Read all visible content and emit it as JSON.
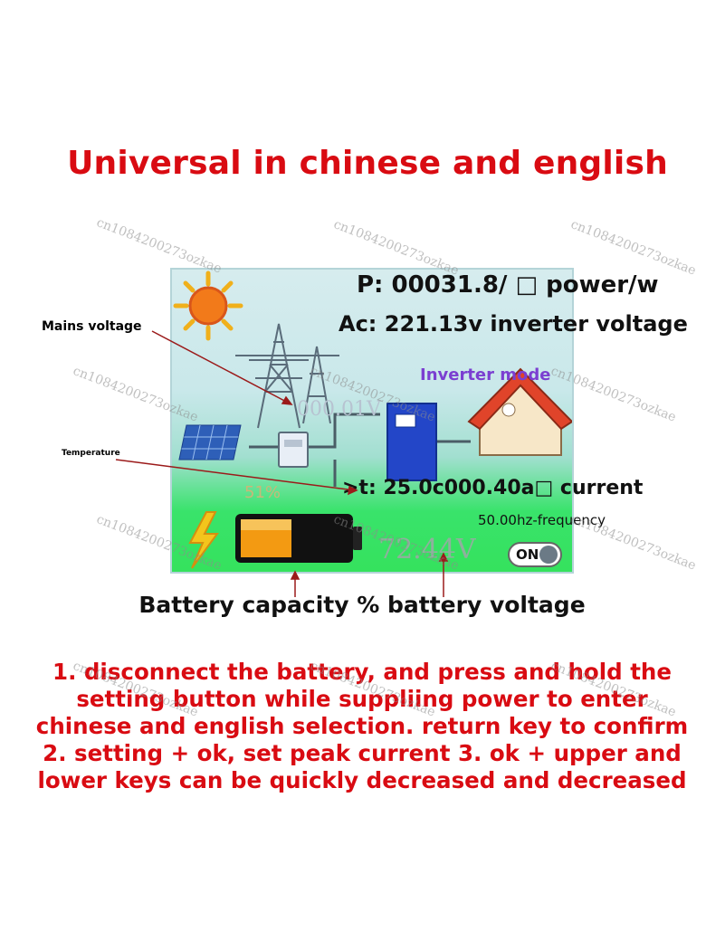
{
  "title": "Universal in chinese and english",
  "overlay": {
    "power_line": "P: 00031.8/ □ power/w",
    "ac_line": "Ac: 221.13v inverter voltage",
    "mode": "Inverter mode",
    "temp_current_line": ">t: 25.0c000.40a□ current",
    "frequency": "50.00hz-frequency"
  },
  "screen": {
    "mains_reading": "000.01V",
    "battery_percent": "51%",
    "battery_voltage_reading": "72.44V",
    "on_button": "ON"
  },
  "labels": {
    "mains_voltage": "Mains voltage",
    "temperature": "Temperature",
    "battery_caption": "Battery capacity % battery voltage"
  },
  "instructions": [
    "1. disconnect the battery, and press and hold the",
    "setting button while suppliing power to enter",
    "chinese and english selection. return key to confirm",
    "2. setting + ok, set peak current 3. ok + upper and",
    "lower keys can be quickly decreased and decreased"
  ],
  "watermark": "cn1084200273ozkae",
  "colors": {
    "title_red": "#d90b12",
    "mode_purple": "#7b3fd1",
    "battery_orange": "#f39a12",
    "lcd_green": "#35e25d",
    "inverter_blue": "#2346c8",
    "house_red": "#e0442a"
  }
}
